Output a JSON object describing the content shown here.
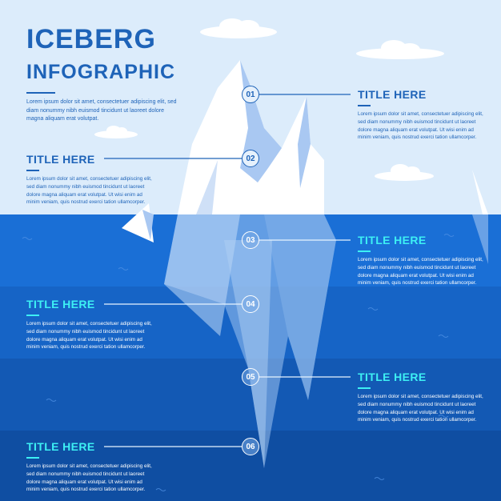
{
  "header": {
    "title_line1": "ICEBERG",
    "title_line2": "INFOGRAPHIC",
    "intro": "Lorem ipsum dolor sit amet, consectetuer adipiscing elit, sed diam nonummy nibh euismod tincidunt ut laoreet dolore magna aliquam erat volutpat."
  },
  "sections": [
    {
      "number": "01",
      "title": "TITLE HERE",
      "text": "Lorem ipsum dolor sit amet, consectetuer adipiscing elit, sed diam nonummy nibh euismod tincidunt ut laoreet dolore magna aliquam erat volutpat. Ut wisi enim ad minim veniam, quis nostrud exerci tation ullamcorper."
    },
    {
      "number": "02",
      "title": "TITLE HERE",
      "text": "Lorem ipsum dolor sit amet, consectetuer adipiscing elit, sed diam nonummy nibh euismod tincidunt ut laoreet dolore magna aliquam erat volutpat. Ut wisi enim ad minim veniam, quis nostrud exerci tation ullamcorper."
    },
    {
      "number": "03",
      "title": "TITLE HERE",
      "text": "Lorem ipsum dolor sit amet, consectetuer adipiscing elit, sed diam nonummy nibh euismod tincidunt ut laoreet dolore magna aliquam erat volutpat. Ut wisi enim ad minim veniam, quis nostrud exerci tation ullamcorper."
    },
    {
      "number": "04",
      "title": "TITLE HERE",
      "text": "Lorem ipsum dolor sit amet, consectetuer adipiscing elit, sed diam nonummy nibh euismod tincidunt ut laoreet dolore magna aliquam erat volutpat. Ut wisi enim ad minim veniam, quis nostrud exerci tation ullamcorper."
    },
    {
      "number": "05",
      "title": "TITLE HERE",
      "text": "Lorem ipsum dolor sit amet, consectetuer adipiscing elit, sed diam nonummy nibh euismod tincidunt ut laoreet dolore magna aliquam erat volutpat. Ut wisi enim ad minim veniam, quis nostrud exerci tation ullamcorper."
    },
    {
      "number": "06",
      "title": "TITLE HERE",
      "text": "Lorem ipsum dolor sit amet, consectetuer adipiscing elit, sed diam nonummy nibh euismod tincidunt ut laoreet dolore magna aliquam erat volutpat. Ut wisi enim ad minim veniam, quis nostrud exerci tation ullamcorper."
    }
  ],
  "colors": {
    "sky": "#dcecfb",
    "water_1": "#1a6fd6",
    "water_2": "#1664c6",
    "water_3": "#1359b4",
    "water_4": "#0f4ea2",
    "accent_dark": "#1e63b8",
    "accent_cyan": "#3df0f4",
    "ice": "#ffffff",
    "ice_shadow": "#b9d4f5"
  }
}
